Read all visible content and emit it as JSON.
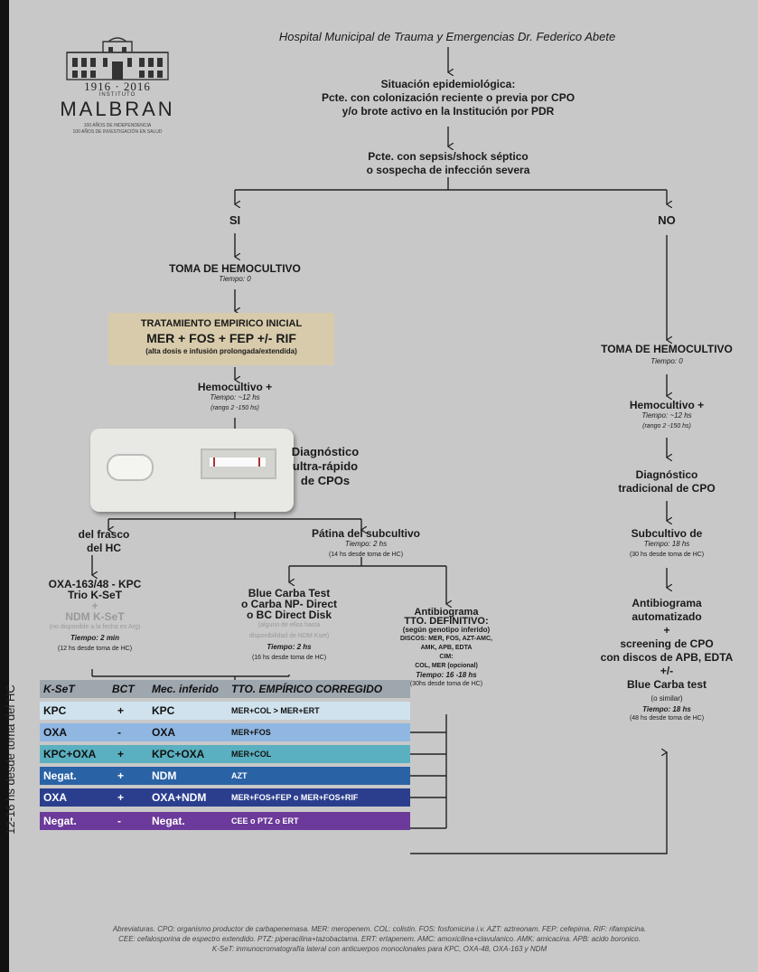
{
  "hospital": "Hospital Municipal de Trauma y Emergencias Dr. Federico Abete",
  "logo": {
    "years": "1916 · 2016",
    "institute": "INSTITUTO",
    "name": "MALBRAN",
    "sub1": "100 AÑOS DE INDEPENDENCIA",
    "sub2": "100 AÑOS DE INVESTIGACIÓN EN SALUD"
  },
  "situacion": {
    "title": "Situación epidemiológica:",
    "l1": "Pcte. con colonización reciente o previa por CPO",
    "l2": "y/o brote activo en la Institución por PDR"
  },
  "sepsis": {
    "l1": "Pcte. con sepsis/shock séptico",
    "l2": "o sospecha de infección severa"
  },
  "si": "SI",
  "no": "NO",
  "toma": {
    "title": "TOMA DE HEMOCULTIVO",
    "time": "Tiempo: 0"
  },
  "trat": {
    "title": "TRATAMIENTO EMPIRICO INICIAL",
    "drugs": "MER + FOS + FEP +/- RIF",
    "note": "(alta dosis e infusión prolongada/extendida)"
  },
  "hemo": {
    "title": "Hemocultivo +",
    "time": "Tiempo: ~12 hs",
    "range": "(rango 2 -150 hs)"
  },
  "diag": {
    "l1": "Diagnóstico",
    "l2": "ultra-rápido",
    "l3": "de CPOs"
  },
  "frasco": {
    "l1": "del frasco",
    "l2": "del HC"
  },
  "patina": {
    "title": "Pátina del subcultivo",
    "time": "Tiempo: 2 hs",
    "note": "(14 hs desde toma de HC)"
  },
  "oxa": {
    "l1": "OXA-163/48 - KPC",
    "l2": "Trio K-SeT",
    "plus": "+",
    "ndm": "NDM K-SeT",
    "ndmnote": "(no disponible a la fecha en Arg)",
    "time": "Tiempo: 2 min",
    "note": "(12 hs desde toma de HC)"
  },
  "bct": {
    "l1": "Blue Carba Test",
    "l2": "o Carba NP- Direct",
    "l3": "o BC Direct Disk",
    "g1": "(alguno de ellos hasta",
    "g2": "disponibilidad de NDM Kset)",
    "time": "Tiempo: 2 hs",
    "note": "(16 hs desde toma de HC)"
  },
  "antibio": {
    "l1": "Antibiograma",
    "l2": "TTO. DEFINITIVO:",
    "l3": "(según genotipo inferido)",
    "l4": "DISCOS: MER, FOS, AZT-AMC,",
    "l5": "AMK, APB, EDTA",
    "l6": "CIM:",
    "l7": "COL, MER (opcional)",
    "time": "Tiempo: 16 -18 hs",
    "note": "(30hs desde toma de HC)"
  },
  "right": {
    "toma": "TOMA DE HEMOCULTIVO",
    "toma_time": "Tiempo: 0",
    "hemo": "Hemocultivo +",
    "hemo_time": "Tiempo: ~12 hs",
    "hemo_range": "(rango 2 -150 hs)",
    "diag1": "Diagnóstico",
    "diag2": "tradicional de CPO",
    "sub": "Subcultivo de",
    "sub_time": "Tiempo: 18 hs",
    "sub_note": "(30 hs desde toma de HC)",
    "ab1": "Antibiograma",
    "ab2": "automatizado",
    "plus": "+",
    "sc1": "screening de CPO",
    "sc2": "con discos de APB, EDTA",
    "pm": "+/-",
    "bc": "Blue Carba test",
    "sim": "(o similar)",
    "time": "Tiempo: 18 hs",
    "note": "(48 hs desde toma de HC)"
  },
  "table": {
    "headers": [
      "K-SeT",
      "BCT",
      "Mec. inferido",
      "TTO. EMPÍRICO CORREGIDO"
    ],
    "rows": [
      {
        "kset": "KPC",
        "bct": "+",
        "mec": "KPC",
        "tto": "MER+COL > MER+ERT",
        "bg": "#cfe2ee",
        "fg": "#111"
      },
      {
        "kset": "OXA",
        "bct": "-",
        "mec": "OXA",
        "tto": "MER+FOS",
        "bg": "#8fb7e2",
        "fg": "#111"
      },
      {
        "kset": "KPC+OXA",
        "bct": "+",
        "mec": "KPC+OXA",
        "tto": "MER+COL",
        "bg": "#5ab0c0",
        "fg": "#111"
      },
      {
        "kset": "Negat.",
        "bct": "+",
        "mec": "NDM",
        "tto": "AZT",
        "bg": "#2a62a6",
        "fg": "#ffffff"
      },
      {
        "kset": "OXA",
        "bct": "+",
        "mec": "OXA+NDM",
        "tto": "MER+FOS+FEP o MER+FOS+RIF",
        "bg": "#2b3e8e",
        "fg": "#ffffff"
      },
      {
        "kset": "Negat.",
        "bct": "-",
        "mec": "Negat.",
        "tto": "CEE o PTZ o ERT",
        "bg": "#6b3a9a",
        "fg": "#ffffff"
      }
    ]
  },
  "vlabel": "12-16 hs desde toma del HC",
  "abbr": {
    "l1": "Abreviaturas. CPO: organismo productor de carbapenemasa. MER: meropenem. COL: colistin. FOS: fosfomicina i.v. AZT: aztreonam. FEP: cefepima. RIF: rifampicina.",
    "l2": "CEE: cefalosporina de espectro extendido. PTZ: piperacilina+tazobactama. ERT: ertapenem. AMC: amoxicilina+clavulanico. AMK: amicacina. APB: acido boronico.",
    "l3": "K-SeT: inmunocromatografía lateral con anticuerpos monoclonales para KPC, OXA-48, OXA-163 y NDM"
  }
}
